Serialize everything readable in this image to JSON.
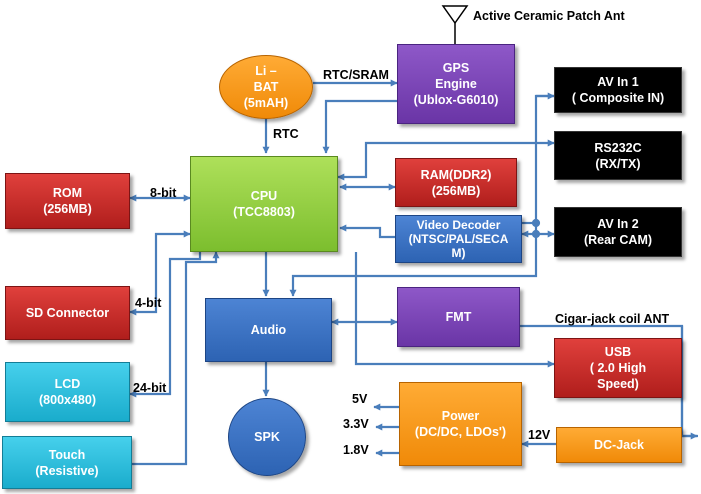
{
  "blocks": {
    "li_bat": [
      "Li –",
      "BAT",
      "(5mAH)"
    ],
    "gps": [
      "GPS",
      "Engine",
      "(Ublox-G6010)"
    ],
    "av_in1": [
      "AV In 1",
      "( Composite  IN)"
    ],
    "rs232c": [
      "RS232C",
      "(RX/TX)"
    ],
    "rom": [
      "ROM",
      "(256MB)"
    ],
    "cpu": [
      "CPU",
      "(TCC8803)"
    ],
    "ram": [
      "RAM(DDR2)",
      "(256MB)"
    ],
    "video_decoder": [
      "Video Decoder",
      "(NTSC/PAL/SECA",
      "M)"
    ],
    "av_in2": [
      "AV In 2",
      "(Rear CAM)"
    ],
    "sd": [
      "SD Connector"
    ],
    "audio": [
      "Audio"
    ],
    "fmt": [
      "FMT"
    ],
    "usb": [
      "USB",
      "( 2.0 High",
      "Speed)"
    ],
    "lcd": [
      "LCD",
      "(800x480)"
    ],
    "spk": [
      "SPK"
    ],
    "power": [
      "Power",
      "(DC/DC, LDOs')"
    ],
    "touch": [
      "Touch",
      "(Resistive)"
    ],
    "dc_jack": [
      "DC-Jack"
    ]
  },
  "labels": {
    "gps_ant": "Active Ceramic Patch Ant",
    "rtc_sram": "RTC/SRAM",
    "rtc": "RTC",
    "rom_bus": "8-bit",
    "sd_bus": "4-bit",
    "lcd_bus": "24-bit",
    "fm_ant": "Cigar-jack coil ANT",
    "v5": "5V",
    "v33": "3.3V",
    "v18": "1.8V",
    "v12": "12V"
  },
  "colors": {
    "arrow": "#4a7ebb",
    "red": "#c82a28",
    "purple": "#7a45b5",
    "black": "#000000",
    "green": "#92cc44",
    "blue": "#3a72c4",
    "cyan": "#2bbad8",
    "orange": "#f7961a"
  }
}
